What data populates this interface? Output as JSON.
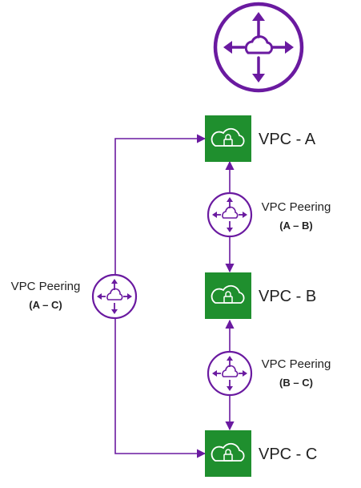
{
  "colors": {
    "purple": "#6a1aa0",
    "vpc_green": "#1f8f2e",
    "white": "#ffffff"
  },
  "icons": {
    "router": "router-icon",
    "vpc": "vpc-cloud-lock-icon",
    "peering": "peering-connection-icon"
  },
  "vpcs": {
    "a": {
      "label": "VPC - A"
    },
    "b": {
      "label": "VPC - B"
    },
    "c": {
      "label": "VPC - C"
    }
  },
  "peerings": {
    "ab": {
      "title": "VPC Peering",
      "pair": "(A – B)"
    },
    "bc": {
      "title": "VPC Peering",
      "pair": "(B – C)"
    },
    "ac": {
      "title": "VPC Peering",
      "pair": "(A – C)"
    }
  }
}
